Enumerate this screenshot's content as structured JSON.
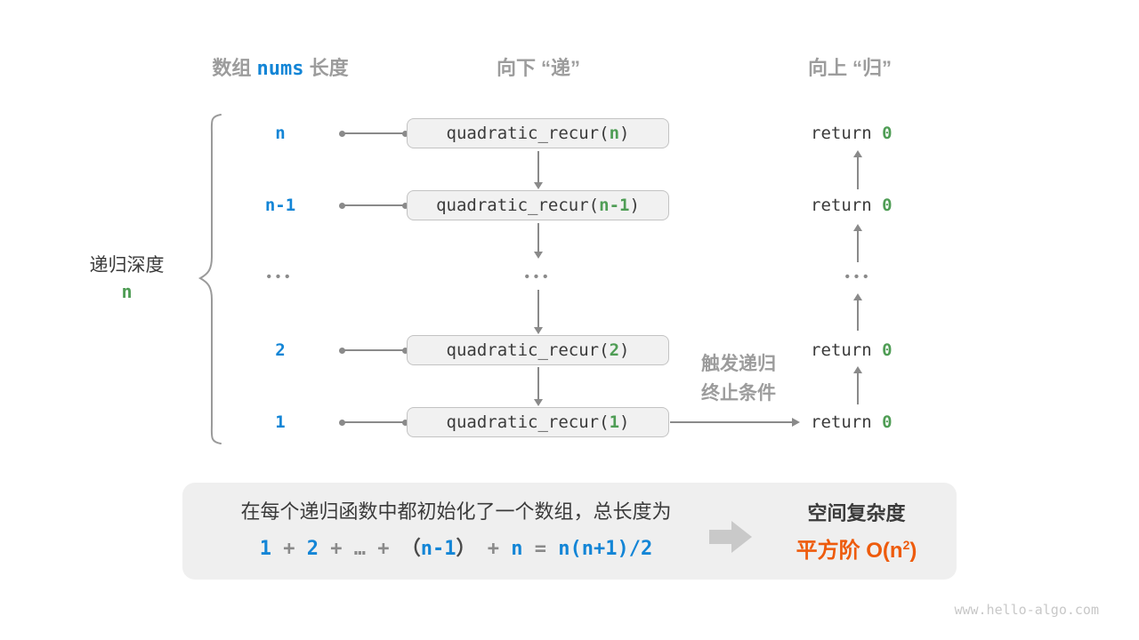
{
  "headers": {
    "array_pre": "数组",
    "array_code": "nums",
    "array_post": "长度",
    "down": "向下 “递”",
    "up": "向上 “归”"
  },
  "depth": {
    "label": "递归深度",
    "value": "n"
  },
  "rows": [
    {
      "size": "n",
      "arg": "n"
    },
    {
      "size": "n-1",
      "arg": "n-1"
    },
    {
      "size": "2",
      "arg": "2"
    },
    {
      "size": "1",
      "arg": "1"
    }
  ],
  "call": {
    "pre": "quadratic_recur(",
    "post": ")"
  },
  "ret": {
    "keyword": "return ",
    "value": "0"
  },
  "ellipsis": "•••",
  "terminate": {
    "line1": "触发递归",
    "line2": "终止条件"
  },
  "panel": {
    "line1": "在每个递归函数中都初始化了一个数组，总长度为",
    "formula": {
      "t1": "1",
      "op1": "+",
      "t2": "2",
      "op2": "+",
      "dots": "…",
      "op3": "+",
      "lp": "（",
      "t3": "n-1",
      "rp": "）",
      "op4": "+",
      "t4": "n",
      "eq": "=",
      "rhs": "n(n+1)/2"
    },
    "result_title": "空间复杂度",
    "result_label": "平方阶",
    "big_o_pre": "O(n",
    "big_o_sup": "2",
    "big_o_post": ")"
  },
  "watermark": "www.hello-algo.com",
  "colors": {
    "blue": "#1385d6",
    "green": "#4f9d55",
    "orange": "#ee5b0c",
    "label_gray": "#9c9c9c",
    "line_gray": "#8a8a8a",
    "dark": "#3b3b3b",
    "box_fill": "#f1f1f1",
    "panel_fill": "#efefef"
  }
}
